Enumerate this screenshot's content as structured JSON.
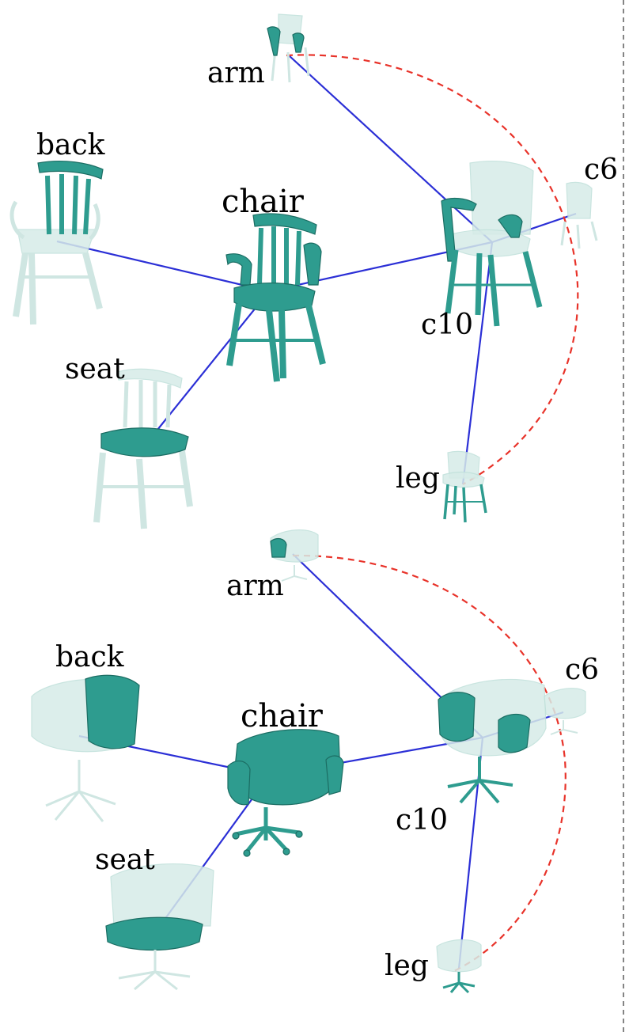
{
  "top": {
    "nodes": {
      "chair": "chair",
      "back": "back",
      "seat": "seat",
      "arm": "arm",
      "c6": "c6",
      "c10": "c10",
      "leg": "leg"
    }
  },
  "bottom": {
    "nodes": {
      "chair": "chair",
      "back": "back",
      "seat": "seat",
      "arm": "arm",
      "c6": "c6",
      "c10": "c10",
      "leg": "leg"
    }
  },
  "colors": {
    "edge": "#2b2fd6",
    "dashed_arc": "#e8332a",
    "part_solid": "#2e9c8f",
    "part_ghost": "#d7ece8"
  }
}
